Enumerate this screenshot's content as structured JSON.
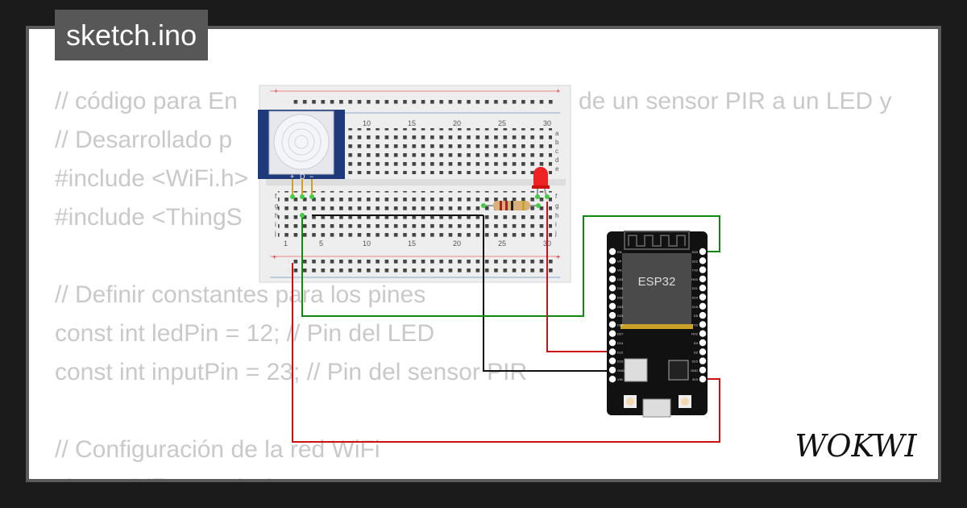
{
  "tab": {
    "filename": "sketch.ino"
  },
  "code": {
    "lines": [
      "// código para En",
      "// Desarrollado p",
      "#include <WiFi.h>",
      "#include <ThingS",
      "",
      "// Definir constantes para los pines",
      "const int ledPin = 12; // Pin del LED",
      "const int inputPin = 23; // Pin del sensor PIR",
      "",
      "// Configuración de la red WiFi",
      "char ssid[] = \"Wokwi-GUEST\";"
    ],
    "line1_tail": "de un sensor PIR a un LED y"
  },
  "breadboard": {
    "top_numbers": [
      "10",
      "15",
      "20",
      "25",
      "30"
    ],
    "bottom_numbers": [
      "1",
      "5",
      "10",
      "15",
      "20",
      "25",
      "30"
    ],
    "row_letters_top": [
      "a",
      "b",
      "c",
      "d",
      "e"
    ],
    "row_letters_bottom": [
      "f",
      "g",
      "h",
      "i",
      "j"
    ],
    "rail_plus": "+",
    "rail_minus": "−"
  },
  "pir_sensor": {
    "pins": [
      "+",
      "D",
      "−"
    ]
  },
  "esp32": {
    "module_label": "ESP32",
    "left_pins": [
      "EN",
      "VP",
      "VN",
      "D34",
      "D35",
      "D32",
      "D33",
      "D25",
      "D26",
      "D27",
      "D14",
      "D12",
      "D13",
      "GND",
      "VIN"
    ],
    "right_pins": [
      "D23",
      "D22",
      "TX0",
      "RX0",
      "D21",
      "D19",
      "D18",
      "D5",
      "TX2",
      "RX2",
      "D4",
      "D2",
      "D15",
      "GND",
      "3V3"
    ]
  },
  "wires": {
    "green": "#118811",
    "red": "#cc1111",
    "black": "#111111"
  },
  "brand": {
    "logo_text": "WOKWI"
  }
}
